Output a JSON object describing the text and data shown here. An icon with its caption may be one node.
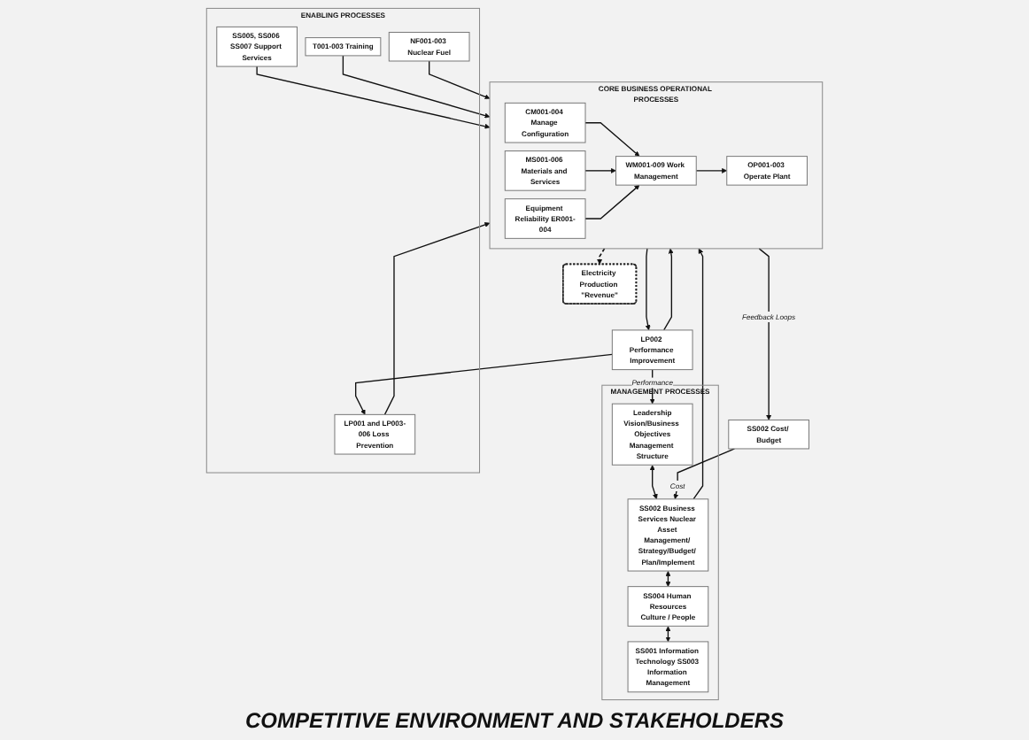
{
  "diagram": {
    "nodes": [
      {
        "text": [
          "MANAGEMENT PROCESSES"
        ]
      },
      {
        "text": [
          "Leadership",
          "Vision/Business Objectives",
          "Management Structure"
        ],
        "in": 0
      },
      {
        "text": [
          "SS002 Business Services Nuclear Asset Management/ Strategy/Budget/ Plan/Implement"
        ],
        "in": 0
      },
      {
        "text": [
          "SS004 Human Resources",
          "Culture / People"
        ],
        "in": 0
      },
      {
        "text": [
          "SS001 Information Technology SS003 Information Management"
        ],
        "in": 0
      },
      {
        "text": [
          "CORE BUSINESS OPERATIONAL PROCESSES"
        ]
      },
      {
        "text": [
          "CM001-004 Manage Configuration"
        ],
        "in": 5
      },
      {
        "text": [
          "MS001-006 Materials and Services"
        ],
        "in": 5
      },
      {
        "text": [
          "WM001-009 Work Management"
        ],
        "in": 5
      },
      {
        "text": [
          "OP001-003 Operate Plant"
        ],
        "in": 5
      },
      {
        "text": [
          "Equipment Reliability ER001-004"
        ],
        "in": 5
      },
      {
        "text": [
          "Electricity Production \"Revenue\""
        ]
      },
      {
        "text": [
          "SS002 Cost/ Budget"
        ]
      },
      {
        "text": [
          "LP002 Performance Improvement"
        ]
      },
      {
        "text": [
          "ENABLING PROCESSES"
        ]
      },
      {
        "text": [
          "SS005, SS006 SS007 Support Services"
        ],
        "in": 14
      },
      {
        "text": [
          "T001-003 Training"
        ],
        "in": 14
      },
      {
        "text": [
          "NF001-003 Nuclear Fuel"
        ],
        "in": 14
      },
      {
        "text": [
          "LP001 and LP003-006 Loss Prevention"
        ],
        "in": 14
      }
    ],
    "edges": [
      {
        "from": 1,
        "to": 2,
        "arrow": "both"
      },
      {
        "from": 2,
        "to": 3,
        "arrow": "both"
      },
      {
        "from": 3,
        "to": 4,
        "arrow": "both"
      },
      {
        "from": 2,
        "to": 5,
        "arrow": "to"
      },
      {
        "from": 6,
        "to": 8,
        "arrow": "to"
      },
      {
        "from": 7,
        "to": 8,
        "arrow": "to"
      },
      {
        "from": 8,
        "to": 9,
        "arrow": "to"
      },
      {
        "from": 10,
        "to": 8,
        "arrow": "to"
      },
      {
        "from": 5,
        "to": 11,
        "arrow": "to",
        "style": "dashed"
      },
      {
        "from": 5,
        "to": 12,
        "arrow": "to",
        "label": "Feedback Loops"
      },
      {
        "from": 5,
        "to": 13,
        "arrow": "to"
      },
      {
        "from": 13,
        "to": 5,
        "arrow": "to"
      },
      {
        "from": 15,
        "to": 5,
        "arrow": "to"
      },
      {
        "from": 16,
        "to": 5,
        "arrow": "to"
      },
      {
        "from": 17,
        "to": 5,
        "arrow": "to"
      },
      {
        "from": 18,
        "to": 5,
        "arrow": "to"
      },
      {
        "from": 13,
        "to": 18,
        "arrow": "to"
      },
      {
        "from": 13,
        "to": 1,
        "arrow": "to",
        "label": "Performance"
      },
      {
        "from": 12,
        "to": 2,
        "arrow": "to",
        "label": "Cost"
      }
    ],
    "labels": [
      "COMPETITIVE ENVIRONMENT AND STAKEHOLDERS"
    ]
  }
}
